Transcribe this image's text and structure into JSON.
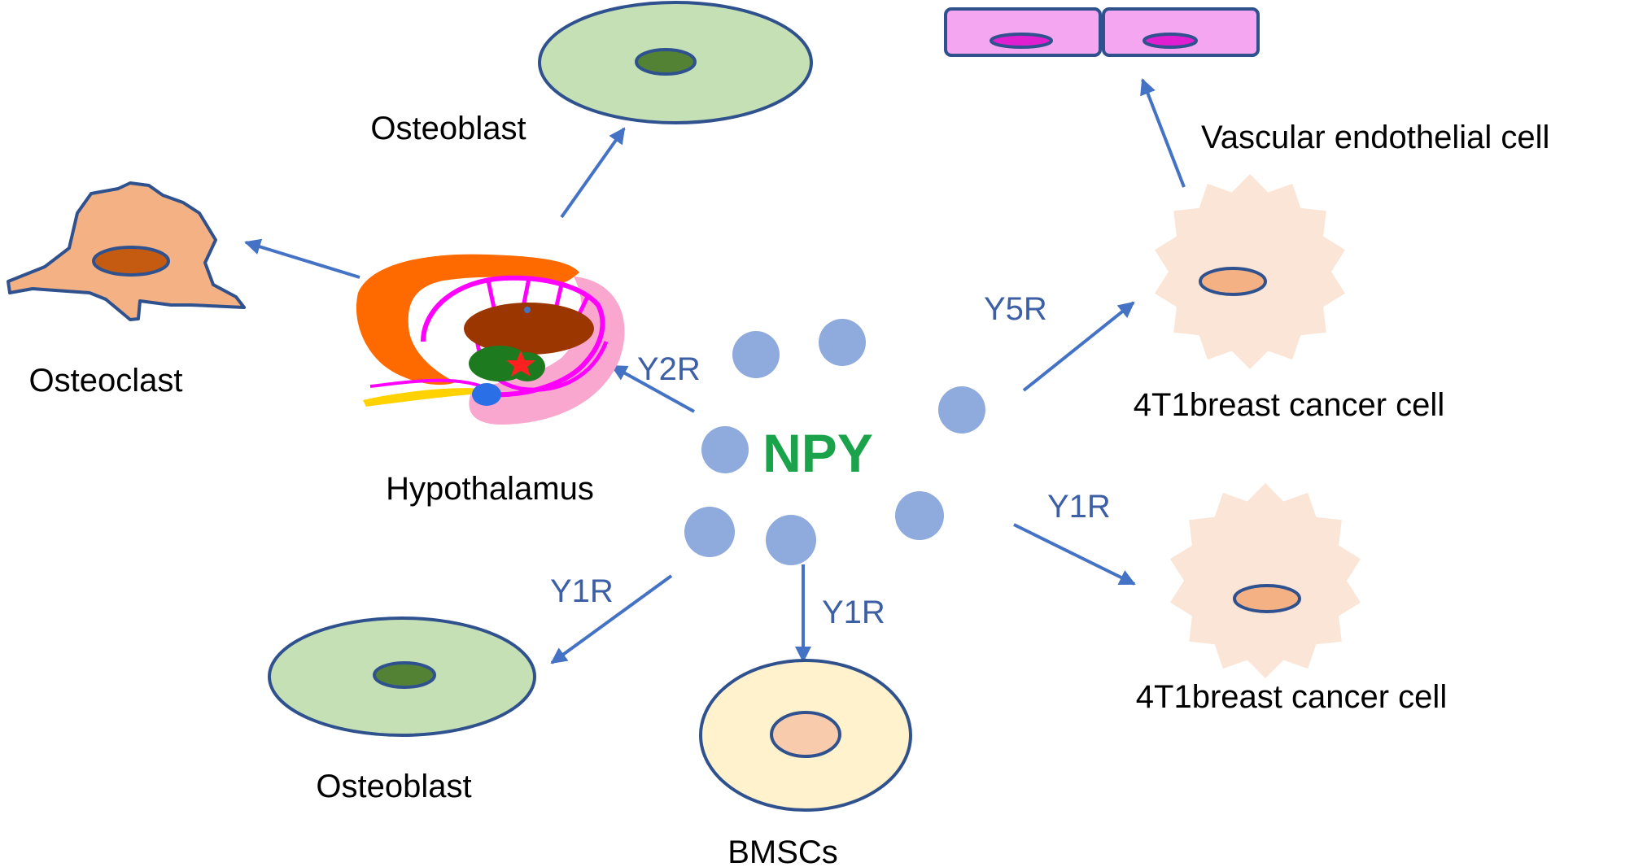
{
  "labels": {
    "npy": "NPY",
    "osteoblast_top": "Osteoblast",
    "osteoclast": "Osteoclast",
    "hypothalamus": "Hypothalamus",
    "vascular": "Vascular endothelial cell",
    "cancer_top": "4T1breast cancer cell",
    "cancer_bottom": "4T1breast cancer cell",
    "osteoblast_bottom": "Osteoblast",
    "bmscs": "BMSCs"
  },
  "receptors": {
    "y2r": "Y2R",
    "y5r": "Y5R",
    "y1r_right": "Y1R",
    "y1r_bmsc": "Y1R",
    "y1r_osteoblast": "Y1R"
  },
  "colors": {
    "npy_text": "#1aa34a",
    "receptor_text": "#3c5fa6",
    "arrow": "#4472c4",
    "npy_dot": "#8faadc",
    "cell_outline": "#2f528f",
    "osteoblast_fill": "#c5e0b4",
    "osteoblast_nucleus": "#548235",
    "osteoclast_fill": "#f4b183",
    "osteoclast_nucleus": "#c55a11",
    "endothelial_fill": "#f4a6f0",
    "endothelial_nucleus": "#e020d0",
    "cancer_fill": "#fbe5d6",
    "cancer_nucleus": "#f4b183",
    "bmsc_fill": "#fff2cc",
    "bmsc_nucleus": "#f8cbad"
  }
}
